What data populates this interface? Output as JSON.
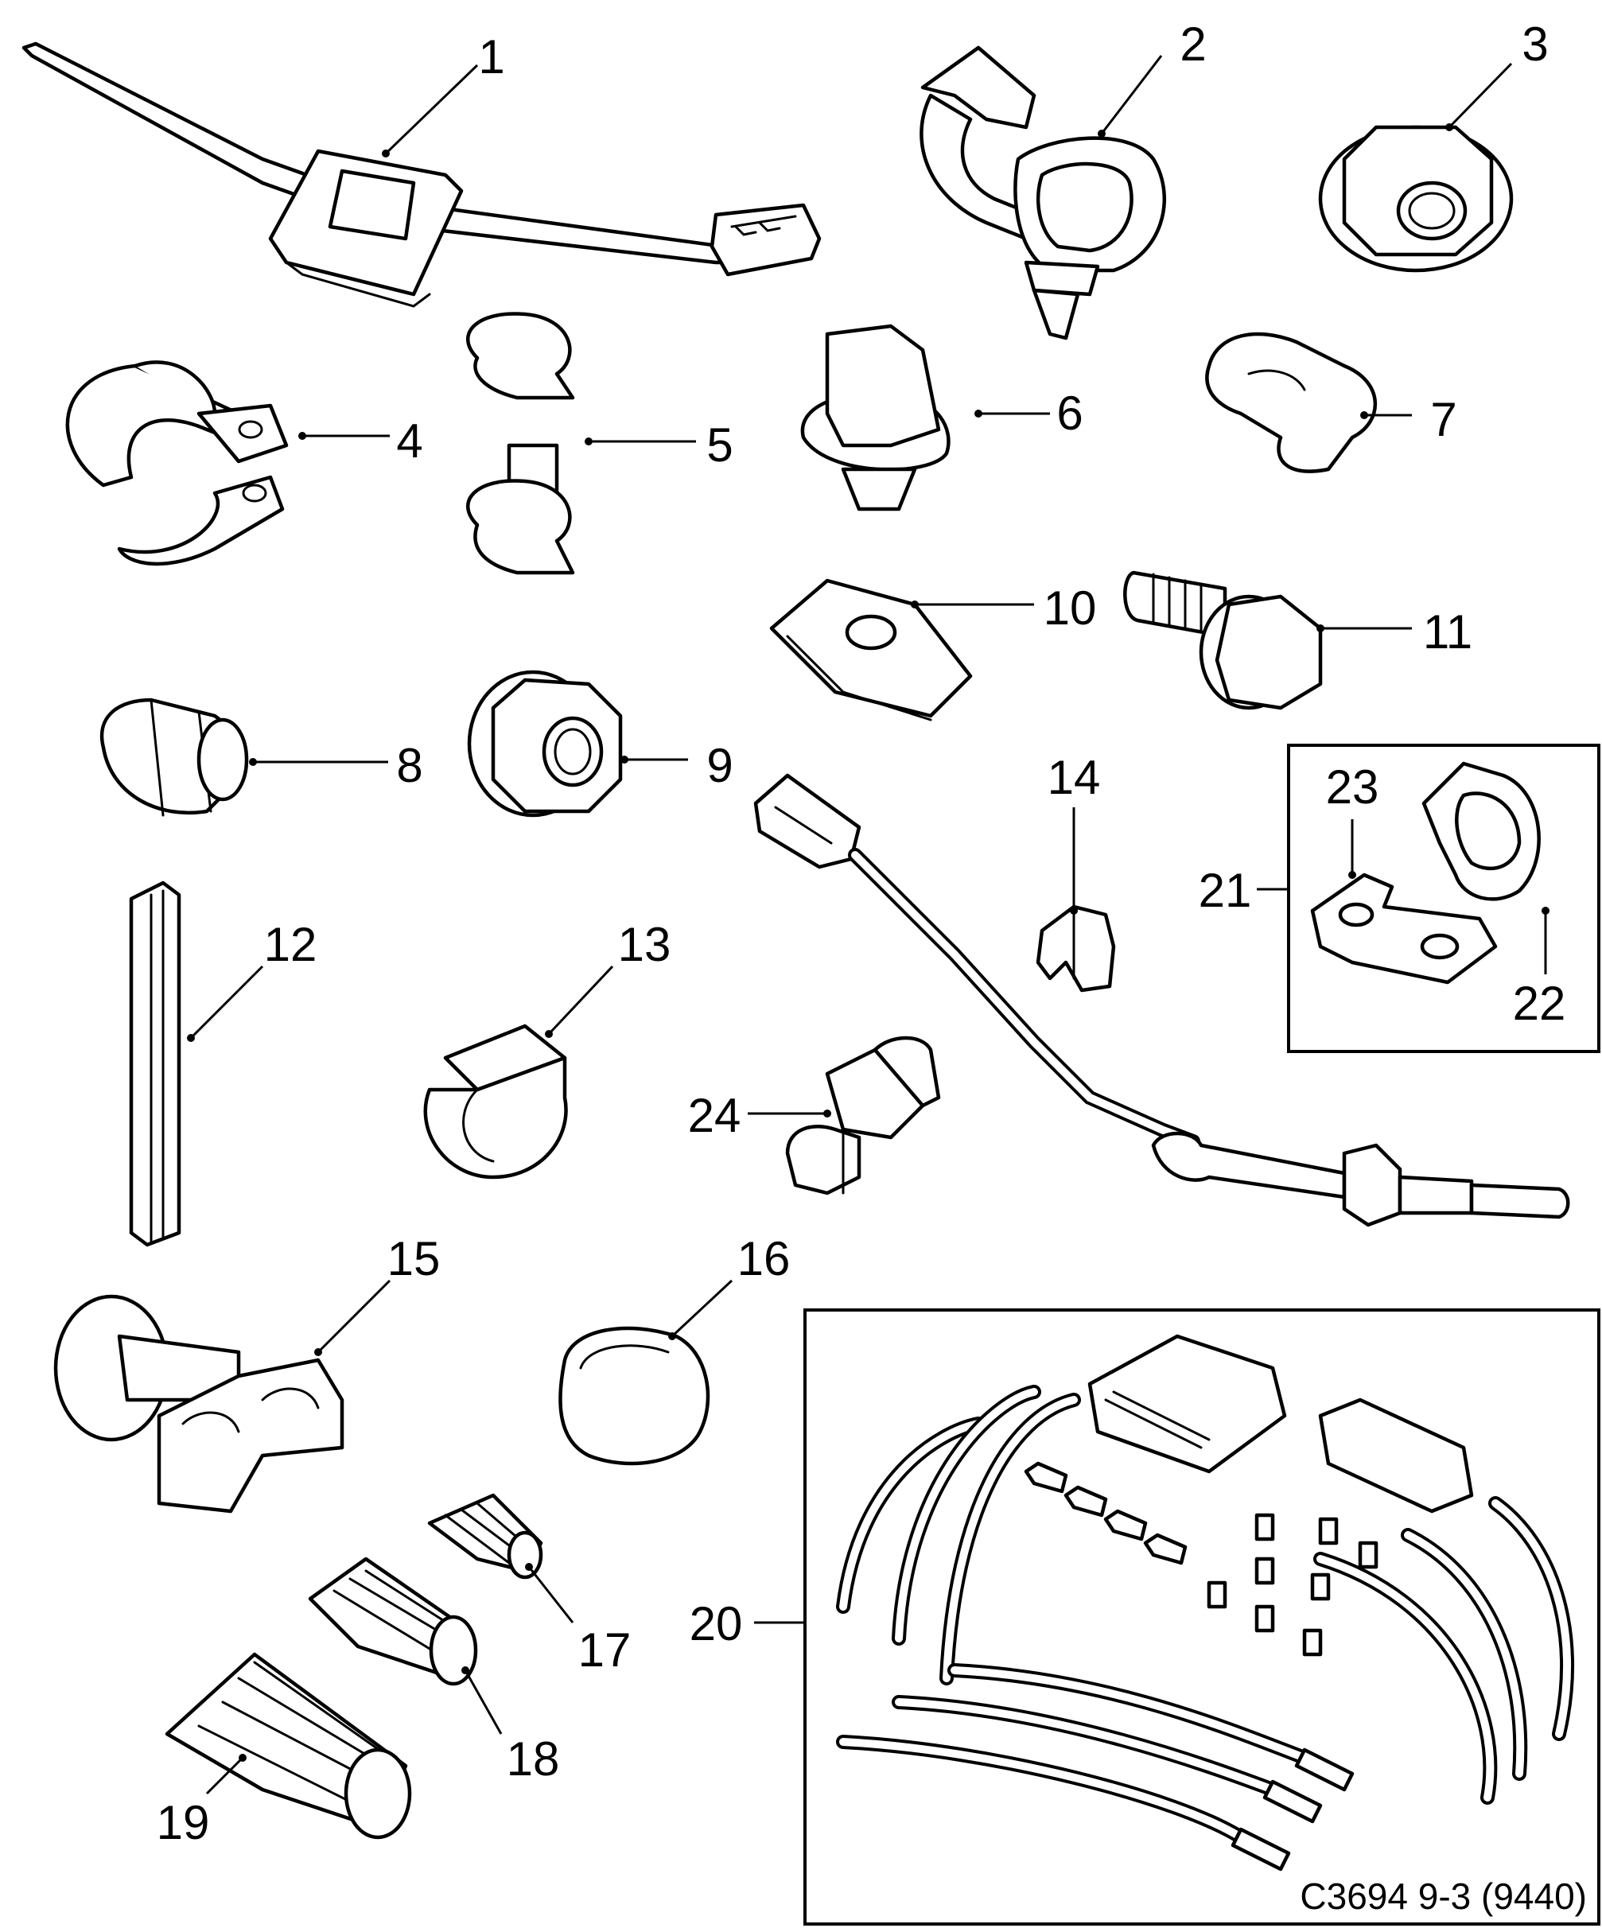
{
  "diagram": {
    "callouts": [
      {
        "id": "1",
        "text": "1"
      },
      {
        "id": "2",
        "text": "2"
      },
      {
        "id": "3",
        "text": "3"
      },
      {
        "id": "4",
        "text": "4"
      },
      {
        "id": "5",
        "text": "5"
      },
      {
        "id": "6",
        "text": "6"
      },
      {
        "id": "7",
        "text": "7"
      },
      {
        "id": "8",
        "text": "8"
      },
      {
        "id": "9",
        "text": "9"
      },
      {
        "id": "10",
        "text": "10"
      },
      {
        "id": "11",
        "text": "11"
      },
      {
        "id": "12",
        "text": "12"
      },
      {
        "id": "13",
        "text": "13"
      },
      {
        "id": "14",
        "text": "14"
      },
      {
        "id": "15",
        "text": "15"
      },
      {
        "id": "16",
        "text": "16"
      },
      {
        "id": "17",
        "text": "17"
      },
      {
        "id": "18",
        "text": "18"
      },
      {
        "id": "19",
        "text": "19"
      },
      {
        "id": "20",
        "text": "20"
      },
      {
        "id": "21",
        "text": "21"
      },
      {
        "id": "22",
        "text": "22"
      },
      {
        "id": "23",
        "text": "23"
      },
      {
        "id": "24",
        "text": "24"
      }
    ],
    "drawing_code": "C3694 9-3 (9440)"
  }
}
